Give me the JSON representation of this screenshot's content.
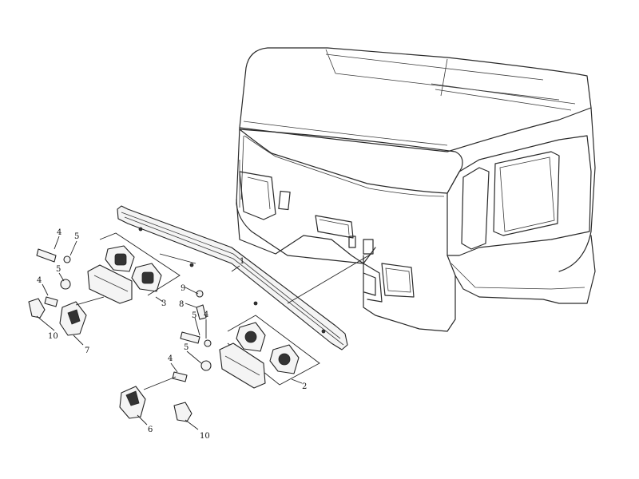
{
  "callouts": {
    "c1": "1",
    "c2": "2",
    "c3": "3",
    "c4a": "4",
    "c4b": "4",
    "c4c": "4",
    "c4d": "4",
    "c5a": "5",
    "c5b": "5",
    "c5c": "5",
    "c5d": "5",
    "c6": "6",
    "c7": "7",
    "c8": "8",
    "c9": "9",
    "c10a": "10",
    "c10b": "10"
  }
}
